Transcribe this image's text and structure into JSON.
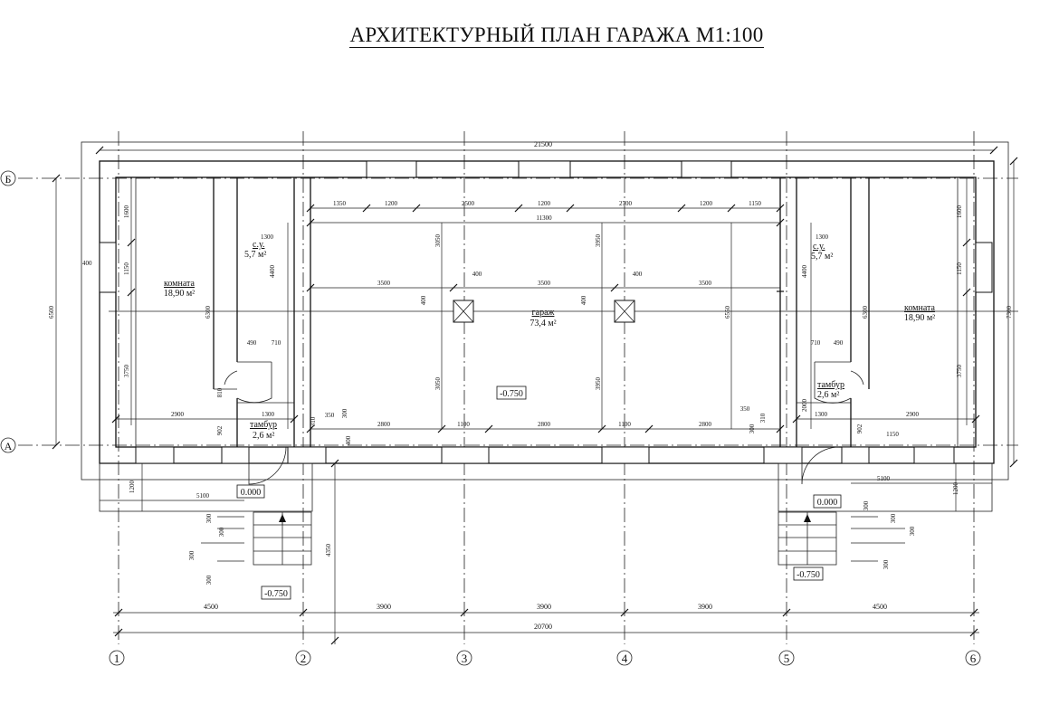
{
  "title": "АРХИТЕКТУРНЫЙ ПЛАН ГАРАЖА М1:100",
  "axes": {
    "numbers": [
      "1",
      "2",
      "3",
      "4",
      "5",
      "6"
    ],
    "letters": [
      "Б",
      "А"
    ]
  },
  "rooms": {
    "room_left": {
      "name": "комната",
      "area": "18,90 м²"
    },
    "room_right": {
      "name": "комната",
      "area": "18,90 м²"
    },
    "wc_left": {
      "name": "с.у.",
      "area": "5,7 м²"
    },
    "wc_right": {
      "name": "с.у.",
      "area": "5,7 м²"
    },
    "vest_left": {
      "name": "тамбур",
      "area": "2,6 м²"
    },
    "vest_right": {
      "name": "тамбур",
      "area": "2,6 м²"
    },
    "garage": {
      "name": "гараж",
      "area": "73,4 м²"
    }
  },
  "levels": {
    "garage_floor": "-0.750",
    "entry_left": "0.000",
    "entry_right": "0.000",
    "ground_left": "-0.750",
    "ground_right": "-0.750"
  },
  "dims": {
    "overall_top": "21500",
    "overall_bottom": "20700",
    "bottom_4500_l": "4500",
    "bottom_3900_a": "3900",
    "bottom_3900_b": "3900",
    "bottom_3900_c": "3900",
    "bottom_4500_r": "4500",
    "top_1350": "1350",
    "top_1200_a": "1200",
    "top_2500": "2500",
    "top_1200_b": "1200",
    "top_2700": "2700",
    "top_1200_c": "1200",
    "top_1150": "1150",
    "garage_11300": "11300",
    "span_3500_a": "3500",
    "span_3500_b": "3500",
    "span_3500_c": "3500",
    "bot_2800_a": "2800",
    "bot_1100_a": "1100",
    "bot_2800_b": "2800",
    "bot_1100_b": "1100",
    "bot_2800_c": "2800",
    "col_400_a": "400",
    "col_400_b": "400",
    "col_400_c": "400",
    "col_400_d": "400",
    "height_3050_a": "3050",
    "height_3050_b": "3050",
    "height_3950_a": "3950",
    "height_3950_b": "3950",
    "height_6550": "6550",
    "left_6500": "6500",
    "right_7300": "7300",
    "lw_1600": "1600",
    "lw_1150": "1150",
    "lw_3750": "3750",
    "lw_400": "400",
    "lr_6300": "6300",
    "lr_2900": "2900",
    "lr_902": "902",
    "l_wc_1300": "1300",
    "l_wc_4400": "4400",
    "l_490": "490",
    "l_710": "710",
    "l_810": "810",
    "l_1300b": "1300",
    "l_350": "350",
    "l_300": "300",
    "l_310": "310",
    "l_400b": "400",
    "l_5100": "5100",
    "l_1200": "1200",
    "l_4350": "4350",
    "l_step_300a": "300",
    "l_step_300b": "300",
    "l_step_300c": "300",
    "l_step_300d": "300",
    "rw_1600": "1600",
    "rw_1150": "1150",
    "rw_3750": "3750",
    "rr_6300": "6300",
    "rr_2900": "2900",
    "r_wc_1300": "1300",
    "r_wc_4400": "4400",
    "r_710": "710",
    "r_490": "490",
    "r_2000": "2000",
    "r_1300b": "1300",
    "r_350": "350",
    "r_300": "300",
    "r_310": "310",
    "r_902": "902",
    "r_1150": "1150",
    "r_5100": "5100",
    "r_1200": "1200",
    "r_step_300a": "300",
    "r_step_300b": "300",
    "r_step_300c": "300",
    "r_step_300d": "300"
  }
}
